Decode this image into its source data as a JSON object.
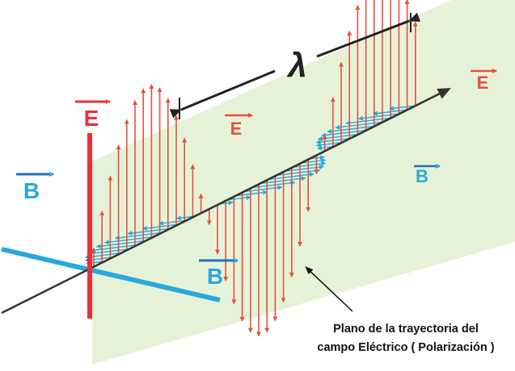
{
  "labels": {
    "wavelength": "λ",
    "e_vector": "E",
    "b_vector": "B",
    "caption_line1": "Plano de la trayectoria del",
    "caption_line2": "campo Eléctrico ( Polarización )"
  },
  "colors": {
    "plane": "#e6f2d8",
    "e_field": "#e8503a",
    "e_axis": "#e8303a",
    "b_field": "#2aa7dd",
    "axis": "#333333",
    "text": "#111111"
  }
}
